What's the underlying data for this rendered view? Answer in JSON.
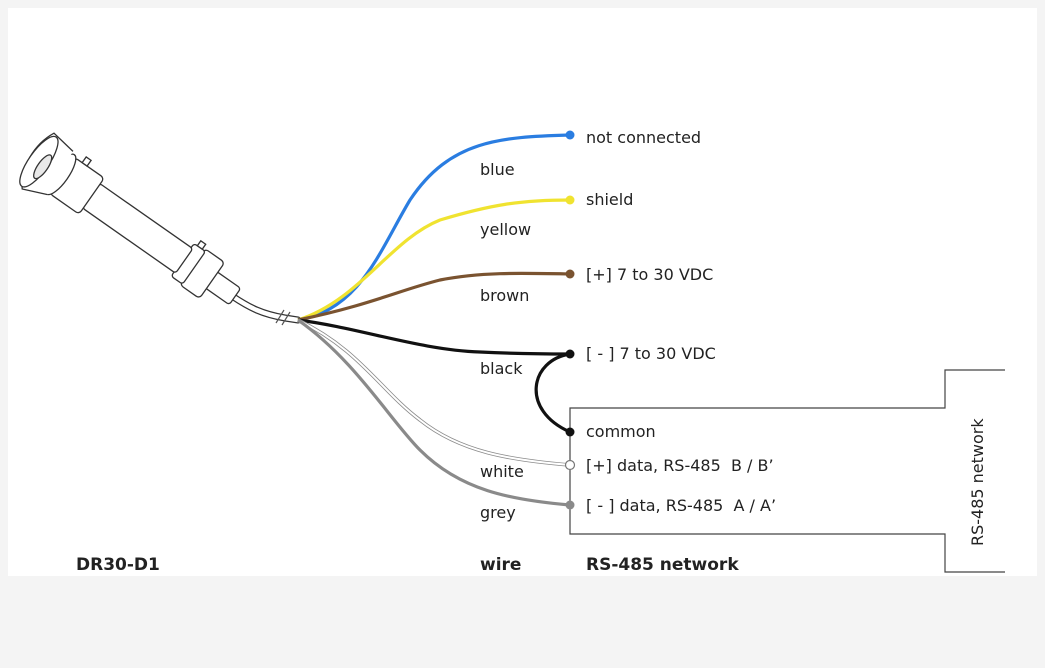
{
  "device": {
    "name": "DR30-D1"
  },
  "headings": {
    "wire": "wire",
    "network": "RS-485 network"
  },
  "network_box": {
    "label": "RS-485 network"
  },
  "wires": [
    {
      "id": "blue",
      "color_name": "blue",
      "color": "#2a7de1",
      "function": "not connected"
    },
    {
      "id": "yellow",
      "color_name": "yellow",
      "color": "#f0e330",
      "function": "shield"
    },
    {
      "id": "brown",
      "color_name": "brown",
      "color": "#7a5330",
      "function": "[+] 7 to 30 VDC"
    },
    {
      "id": "black",
      "color_name": "black",
      "color": "#111111",
      "function": "[ - ] 7 to 30 VDC"
    },
    {
      "id": "white",
      "color_name": "white",
      "color": "#ffffff",
      "function": "[+] data, RS-485  B / B’"
    },
    {
      "id": "grey",
      "color_name": "grey",
      "color": "#8a8a8a",
      "function": "[ - ] data, RS-485  A / A’"
    }
  ],
  "bridge": {
    "function": "common"
  }
}
